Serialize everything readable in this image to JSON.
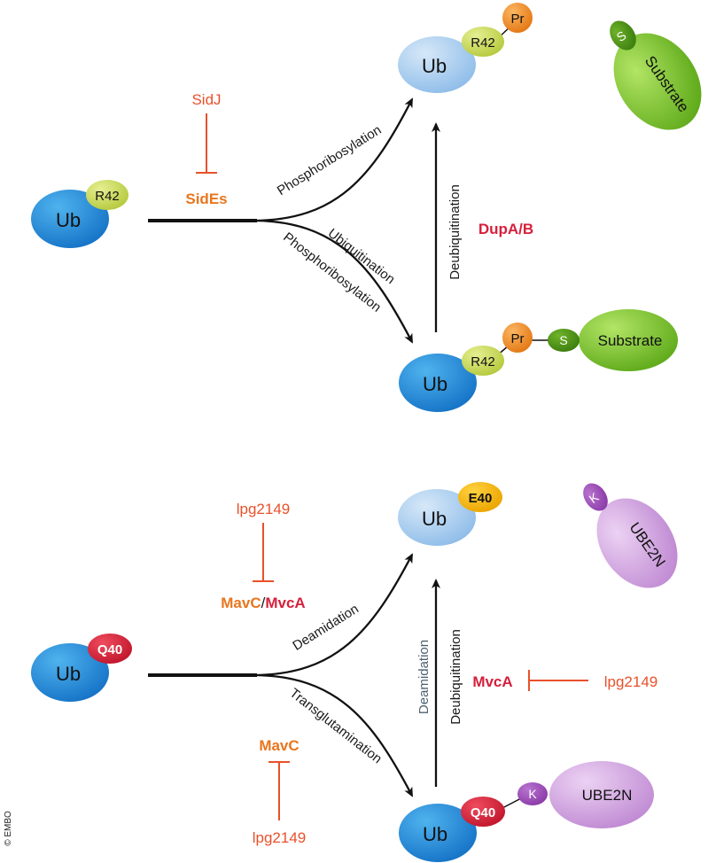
{
  "copyright": "© EMBO",
  "panel_a": {
    "ub_left": "Ub",
    "r42_left": "R42",
    "sidj": "SidJ",
    "sides": "SidEs",
    "arrow_up_label": "Phosphoribosylation",
    "arrow_down_label_1": "Ubiquitination",
    "arrow_down_label_2": "Phosphoribosylation",
    "top_ub": "Ub",
    "top_r42": "R42",
    "top_pr": "Pr",
    "substrate_s": "S",
    "substrate_top": "Substrate",
    "vertical_label": "Deubiquitination",
    "dupab": "DupA/B",
    "bottom_ub": "Ub",
    "bottom_r42": "R42",
    "bottom_pr": "Pr",
    "bottom_s": "S",
    "bottom_substrate": "Substrate"
  },
  "panel_b": {
    "ub_left": "Ub",
    "q40_left": "Q40",
    "lpg_top": "lpg2149",
    "mavc": "MavC",
    "slash": "/",
    "mvca": "MvcA",
    "arrow_up_label": "Deamidation",
    "arrow_down_label": "Transglutamination",
    "mavc_bottom": "MavC",
    "lpg_bottom": "lpg2149",
    "top_ub": "Ub",
    "top_e40": "E40",
    "k_top": "K",
    "ube2n_top": "UBE2N",
    "vertical_label_1": "Deamidation",
    "vertical_label_2": "Deubiquitination",
    "mvca_right": "MvcA",
    "lpg_right": "lpg2149",
    "bottom_ub": "Ub",
    "bottom_q40": "Q40",
    "bottom_k": "K",
    "bottom_ube2n": "UBE2N"
  },
  "colors": {
    "ub_dark": "#1f87d4",
    "ub_light": "#a9cdf0",
    "r42": "#cbd95a",
    "pr": "#f08a24",
    "substrate": "#7cc22a",
    "substrate_s": "#4f9a17",
    "q40": "#d7263d",
    "e40": "#f5b400",
    "ube2n": "#c996d8",
    "k": "#9a4db5",
    "inhibitor": "#e8512b",
    "slate_text": "#4d6170"
  }
}
